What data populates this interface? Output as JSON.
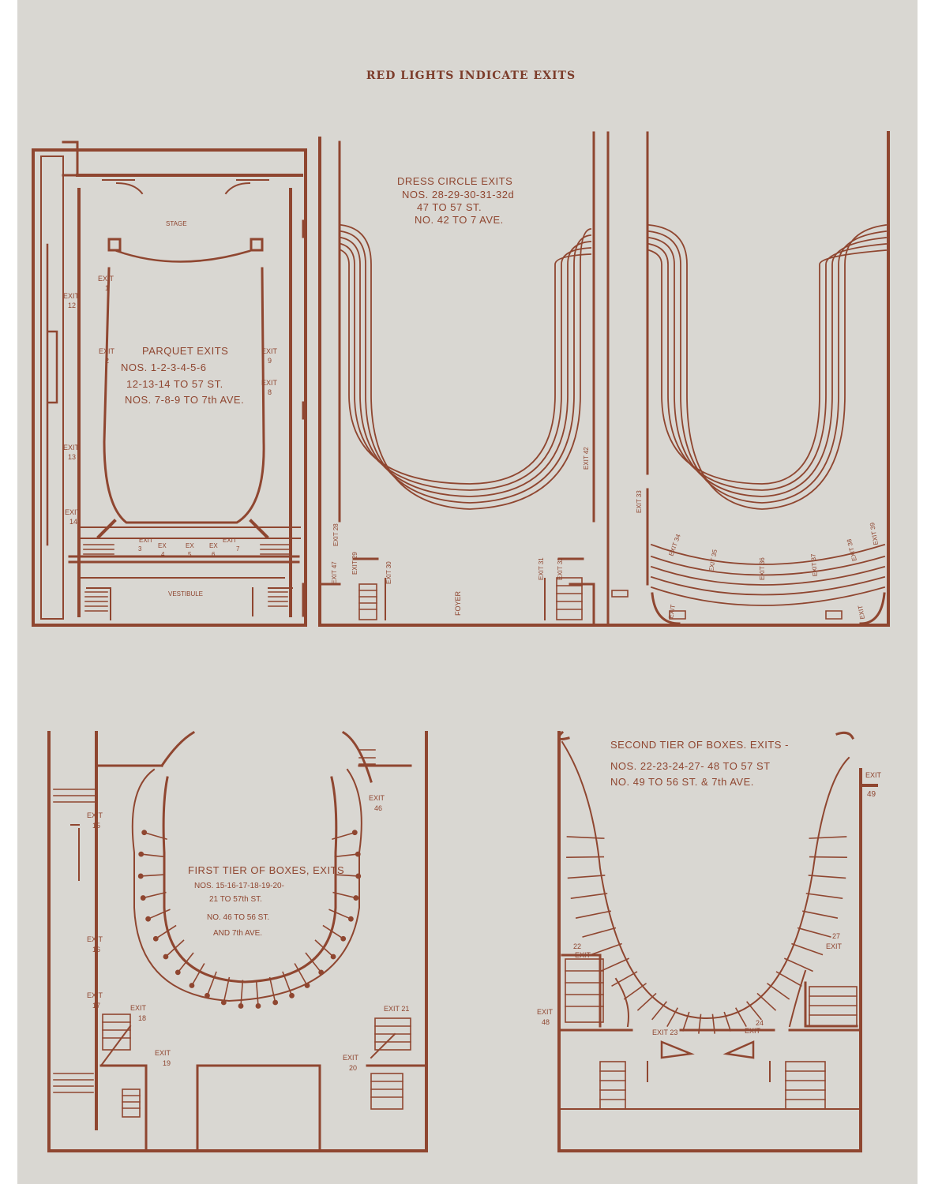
{
  "heading": "RED LIGHTS INDICATE EXITS",
  "colors": {
    "paper": "#d9d7d2",
    "ink": "#8f4630",
    "heading_ink": "#7c3c2a",
    "background": "#ffffff"
  },
  "parquet": {
    "stage": "STAGE",
    "vestibule": "VESTIBULE",
    "title": "PARQUET EXITS",
    "line1": "NOS. 1-2-3-4-5-6",
    "line2": "12-13-14 TO 57 ST.",
    "line3": "NOS. 7-8-9 TO 7th AVE.",
    "exit_word": "EXIT",
    "ex_word": "EX",
    "exits": {
      "e1": "1",
      "e2": "2",
      "e3": "3",
      "e4": "4",
      "e5": "5",
      "e6": "6",
      "e7": "7",
      "e8": "8",
      "e9": "9",
      "e12": "12",
      "e13": "13",
      "e14": "14"
    }
  },
  "dress_circle": {
    "title": "DRESS CIRCLE EXITS",
    "line1": "NOS. 28-29-30-31-32d",
    "line2": "47 TO 57 ST.",
    "line3": "NO. 42 TO 7 AVE.",
    "foyer": "FOYER",
    "exits": {
      "e28": "EXIT 28",
      "e29": "EXIT 29",
      "e30": "EXIT 30",
      "e31": "EXIT 31",
      "e32": "EXIT 32",
      "e33": "EXIT 33",
      "e34": "EXIT 34",
      "e35": "EXIT 35",
      "e36": "EXIT 36",
      "e37": "EXIT 37",
      "e38": "EXIT 38",
      "e39": "EXIT 39",
      "e42": "EXIT 42",
      "e47": "EXIT 47",
      "eL": "EXIT",
      "eR": "EXIT"
    }
  },
  "first_tier": {
    "title": "FIRST TIER OF BOXES, EXITS",
    "line1": "NOS. 15-16-17-18-19-20-",
    "line2": "21 TO 57th ST.",
    "line3": "NO. 46 TO 56 ST.",
    "line4": "AND 7th AVE.",
    "exit_word": "EXIT",
    "exits": {
      "e15": "15",
      "e16": "16",
      "e17": "17",
      "e18": "18",
      "e19": "19",
      "e20": "20",
      "e21": "EXIT 21",
      "e46": "46"
    }
  },
  "second_tier": {
    "title": "SECOND TIER OF BOXES. EXITS -",
    "line1": "NOS. 22-23-24-27- 48 TO 57 ST",
    "line2": "NO. 49 TO 56 ST. & 7th AVE.",
    "exit_word": "EXIT",
    "exits": {
      "e22": "22",
      "e23": "EXIT 23",
      "e24": "24",
      "e27": "27",
      "e48": "48",
      "e49": "49"
    }
  }
}
